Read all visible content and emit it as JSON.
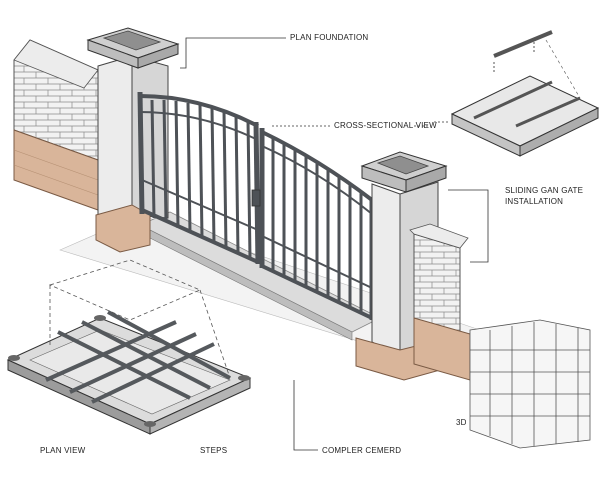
{
  "labels": {
    "plan_foundation": "PLAN FOUNDATION",
    "cross_sectional_view": "CROSS-SECTIONAL VIEW",
    "sliding_gate_line1": "SLIDING GAN GATE",
    "sliding_gate_line2": "INSTALLATION",
    "plan_view": "PLAN VIEW",
    "steps": "STEPS",
    "complete_cement": "COMPLER CEMERD",
    "three_d": "3D"
  },
  "colors": {
    "background": "#ffffff",
    "line": "#333333",
    "steel": "#6b6e72",
    "concrete": "#e4e4e4",
    "pillar_cap": "#9a9a9a",
    "brick_tan": "#d9b59a"
  }
}
